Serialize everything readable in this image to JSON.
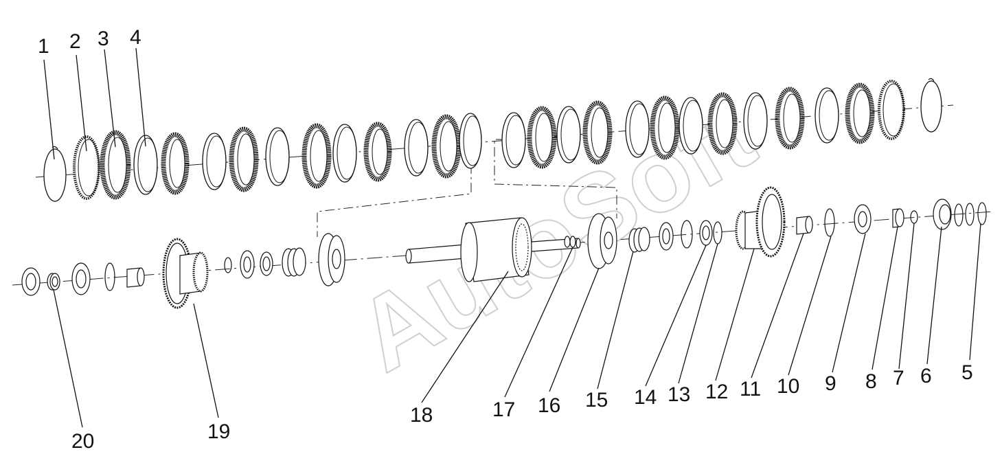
{
  "watermark": "AutoSoft",
  "callouts": [
    "1",
    "2",
    "3",
    "4",
    "5",
    "6",
    "7",
    "8",
    "9",
    "10",
    "11",
    "12",
    "13",
    "14",
    "15",
    "16",
    "17",
    "18",
    "19",
    "20"
  ],
  "colors": {
    "ink": "#111111",
    "watermark": "#cfcfcf",
    "background": "#ffffff"
  }
}
